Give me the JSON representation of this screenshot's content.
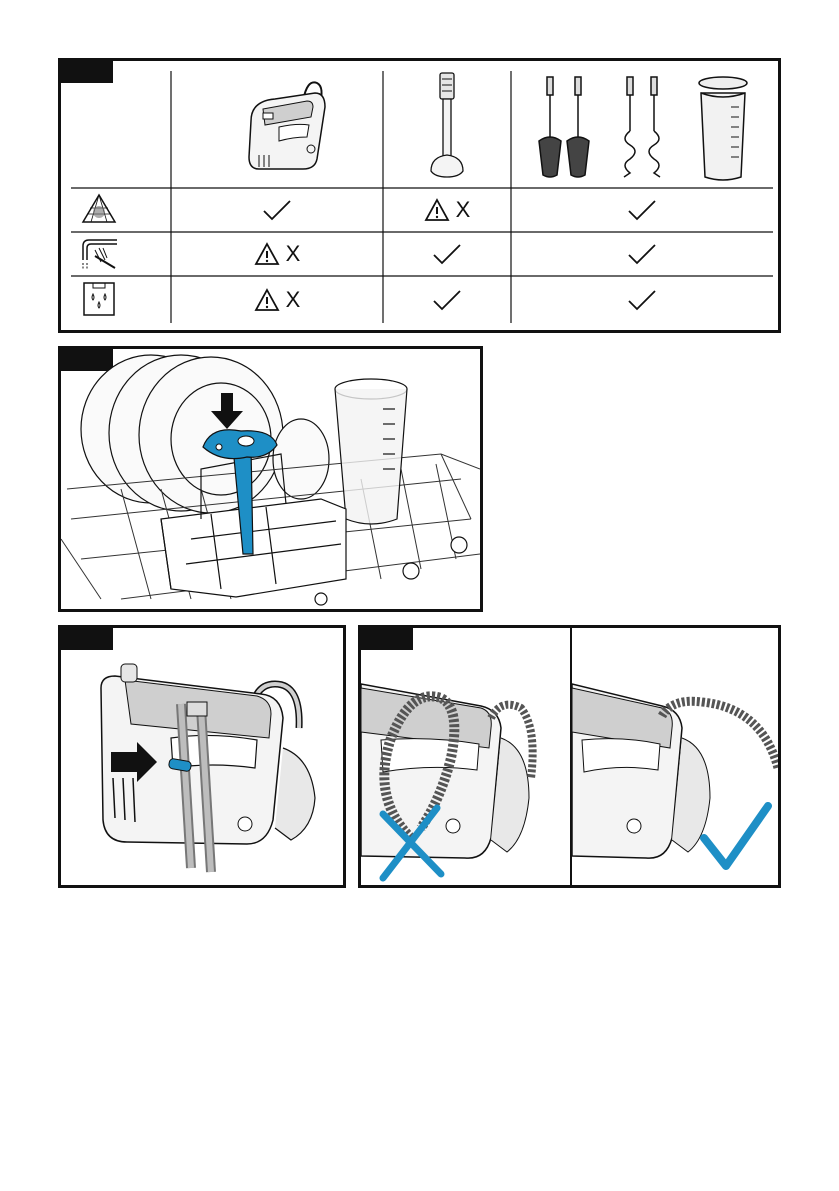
{
  "colors": {
    "ink": "#111111",
    "accent": "#1e8fc6",
    "light_gray": "#d9d9d9",
    "mid_gray": "#9a9a9a"
  },
  "table": {
    "columns": [
      {
        "name": "hand-mixer",
        "icon": "hand-mixer-icon"
      },
      {
        "name": "blender-foot",
        "icon": "blender-foot-icon"
      },
      {
        "name": "accessories",
        "icon": "beaters-hooks-beaker-icon"
      }
    ],
    "rows": [
      {
        "icon": "dishwasher-basket-icon",
        "cells": [
          "check",
          "warning-x",
          "check"
        ]
      },
      {
        "icon": "rinse-water-brush-icon",
        "cells": [
          "warning-x",
          "check",
          "check"
        ]
      },
      {
        "icon": "dishwasher-detergent-icon",
        "cells": [
          "warning-x",
          "check",
          "check"
        ]
      }
    ],
    "x_glyph": "X"
  },
  "figures": {
    "dishwasher": {
      "icon": "blender-foot-in-rack-icon"
    },
    "cord_wrap": {
      "icon": "cord-strap-icon"
    },
    "cord_wrong": {
      "icon": "wrong-cross-icon"
    },
    "cord_right": {
      "icon": "correct-check-icon"
    }
  }
}
